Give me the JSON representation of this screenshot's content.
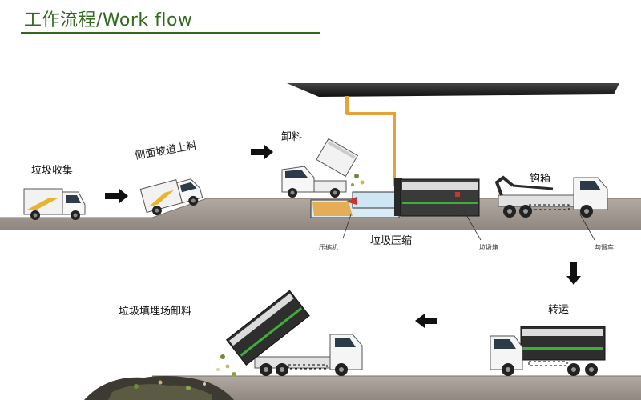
{
  "title": "工作流程/Work flow",
  "steps": {
    "collect": "垃圾收集",
    "ramp": "侧面坡道上料",
    "unload": "卸料",
    "compress": "垃圾压缩",
    "hook": "钩箱",
    "transfer": "转运",
    "landfill": "垃圾填埋场卸料"
  },
  "parts": {
    "compressor": "压缩机",
    "bin": "垃圾箱",
    "hook_truck": "勾臂车"
  },
  "colors": {
    "brand_green": "#2f6a1e",
    "truck_green": "#3fae3a",
    "ground": "#a59c94",
    "pipe": "#e6a23a"
  }
}
